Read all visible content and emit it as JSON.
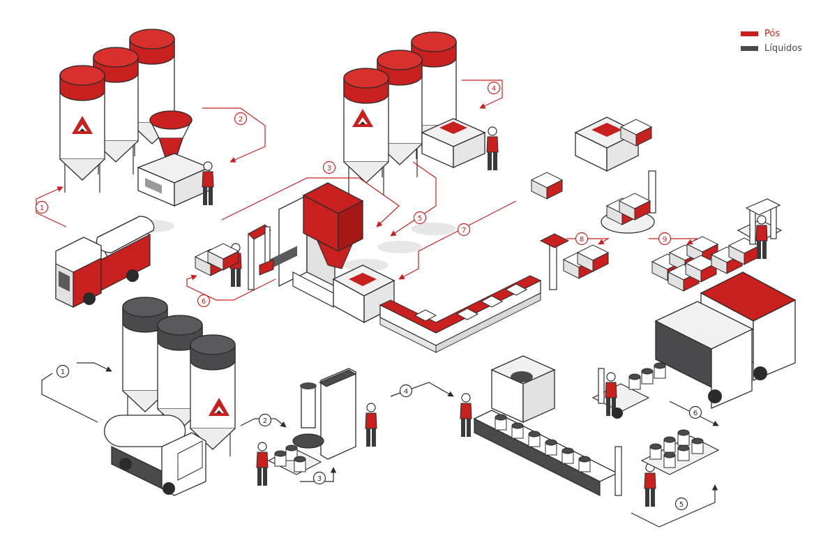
{
  "colors": {
    "powders": "#c8201f",
    "liquids": "#4a4a4c",
    "outline": "#2b2b2b",
    "light": "#f1f1f1",
    "mid": "#c9c9c9"
  },
  "legend": {
    "items": [
      {
        "label": "Pós",
        "color": "#c8201f"
      },
      {
        "label": "Líquidos",
        "color": "#4a4a4c"
      }
    ]
  },
  "powder_steps": [
    "1",
    "2",
    "3",
    "4",
    "5",
    "6",
    "7",
    "8",
    "9"
  ],
  "liquid_steps": [
    "1",
    "2",
    "3",
    "4",
    "5",
    "6"
  ],
  "icons": {
    "brand_logo": "triangle-logo-icon",
    "worker": "worker-icon",
    "truck": "truck-icon"
  }
}
